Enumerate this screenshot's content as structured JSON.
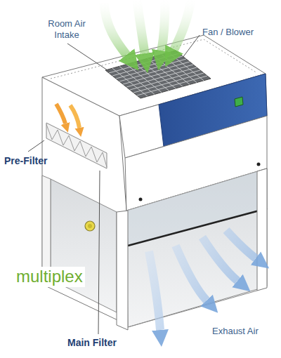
{
  "diagram": {
    "labels": [
      "Room Air Intake",
      "Fan / Blower",
      "Pre-Filter",
      "multiplex",
      "Exhaust Air",
      "Main Filter"
    ]
  }
}
